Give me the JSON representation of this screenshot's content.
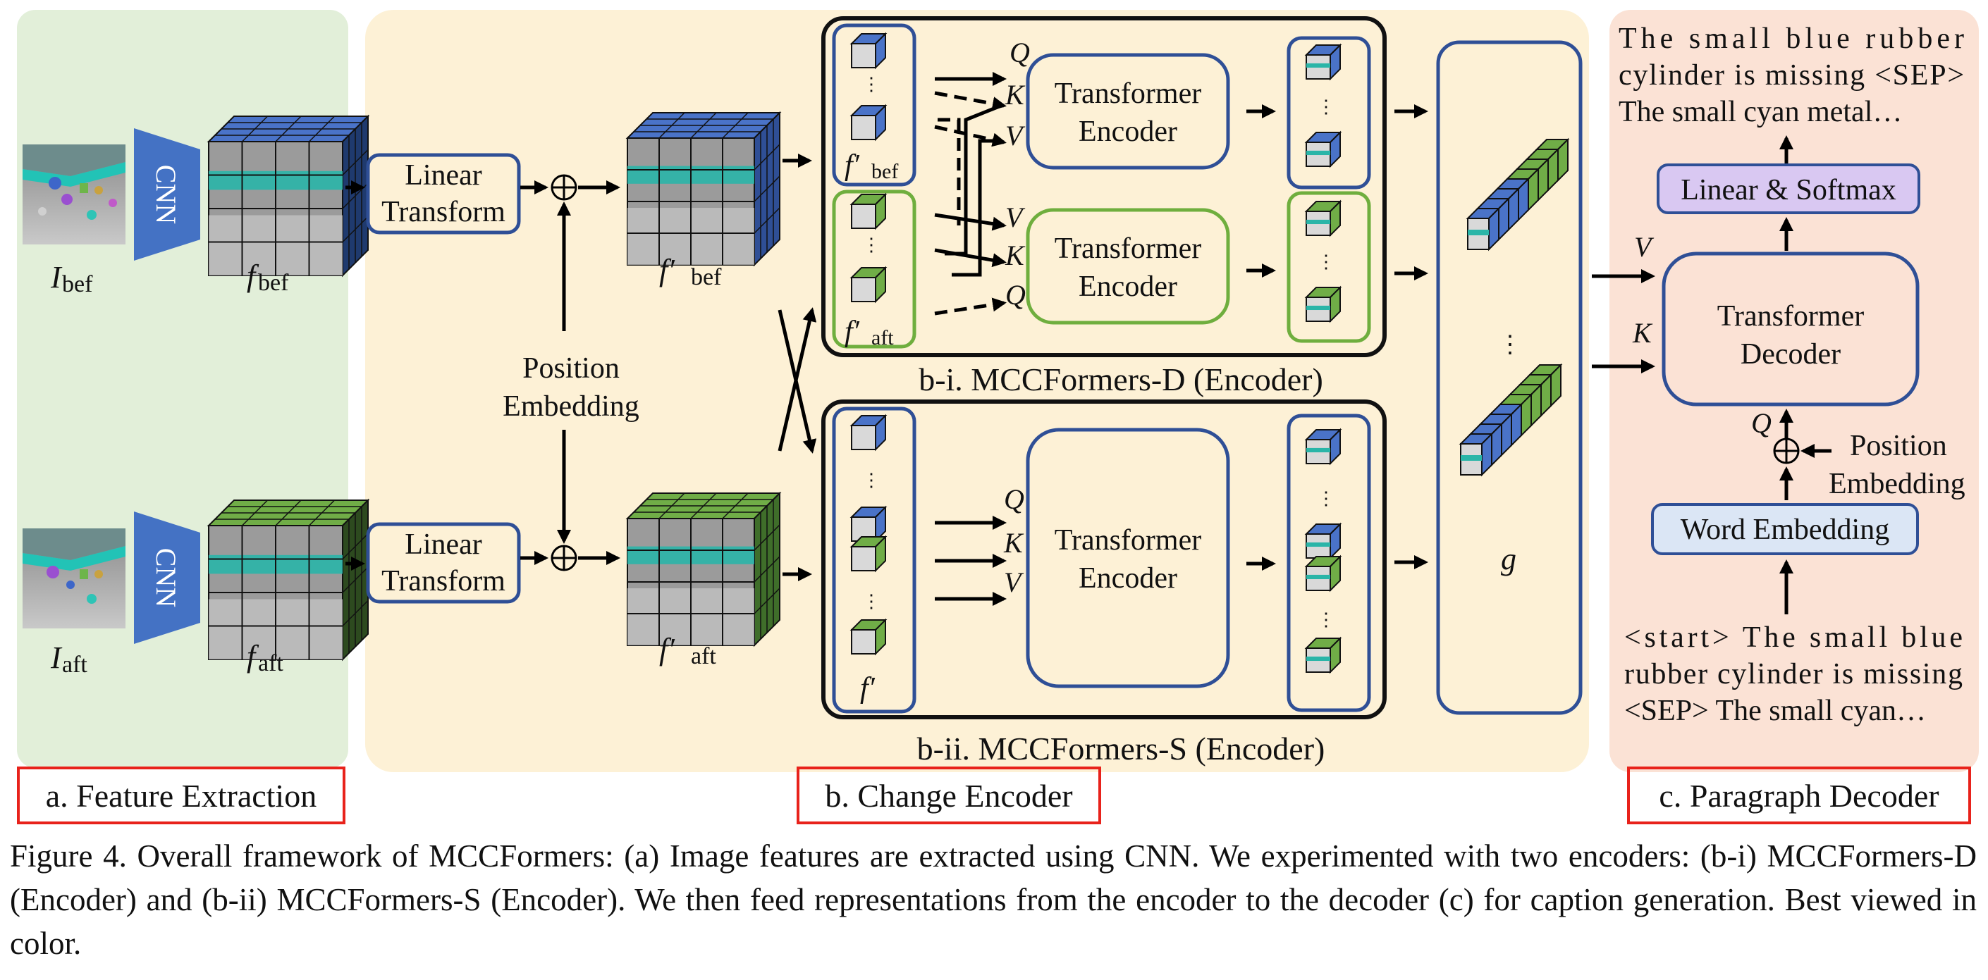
{
  "panels": {
    "feature_extraction": "a. Feature Extraction",
    "change_encoder": "b. Change Encoder",
    "paragraph_decoder": "c. Paragraph Decoder"
  },
  "inputs": {
    "before_image": [
      "I",
      "bef"
    ],
    "after_image": [
      "I",
      "aft"
    ],
    "before_feature": [
      "f",
      "bef"
    ],
    "after_feature": [
      "f",
      "aft"
    ],
    "cnn": "CNN"
  },
  "linear_transform": [
    "Linear",
    "Transform"
  ],
  "position_embedding": [
    "Position",
    "Embedding"
  ],
  "transformed_features": {
    "before": [
      "f′",
      "bef"
    ],
    "after": [
      "f′",
      "aft"
    ]
  },
  "encoder_d": {
    "title": "b-i. MCCFormers-D (Encoder)",
    "block": [
      "Transformer",
      "Encoder"
    ],
    "qkv_top": [
      "Q",
      "K",
      "V"
    ],
    "qkv_bottom": [
      "V",
      "K",
      "Q"
    ]
  },
  "encoder_s": {
    "title": "b-ii. MCCFormers-S (Encoder)",
    "block": [
      "Transformer",
      "Encoder"
    ],
    "qkv": [
      "Q",
      "K",
      "V"
    ],
    "concat_feature": "f′"
  },
  "output_feature": "g",
  "decoder": {
    "output_text": [
      "The small blue rubber",
      "cylinder is missing <SEP>",
      "The small cyan metal…"
    ],
    "softmax": "Linear & Softmax",
    "block": [
      "Transformer",
      "Decoder"
    ],
    "v": "V",
    "k": "K",
    "q": "Q",
    "position_embedding": [
      "Position",
      "Embedding"
    ],
    "word_embedding": "Word Embedding",
    "input_text": [
      "<start> The small blue",
      "rubber cylinder is missing",
      "<SEP> The small cyan…"
    ]
  },
  "caption": "Figure 4. Overall framework of MCCFormers: (a) Image features are extracted using CNN. We experimented with two encoders: (b-i) MCCFormers-D (Encoder) and (b-ii) MCCFormers-S (Encoder). We then feed representations from the encoder to the decoder (c) for caption generation. Best viewed in color.",
  "colors": {
    "panel_a_bg": "#e2efd9",
    "panel_b_bg": "#fdf1d6",
    "panel_c_bg": "#fbe2d5",
    "box_blue": "#2f4f96",
    "box_green": "#6fae3e",
    "label_red": "#e8221b",
    "cube_blue": "#4a73c8",
    "cube_green": "#70ad47",
    "softmax_fill": "#d9c8f2",
    "word_embedding_fill": "#dbe6f5",
    "cnn_fill": "#4472c4"
  }
}
